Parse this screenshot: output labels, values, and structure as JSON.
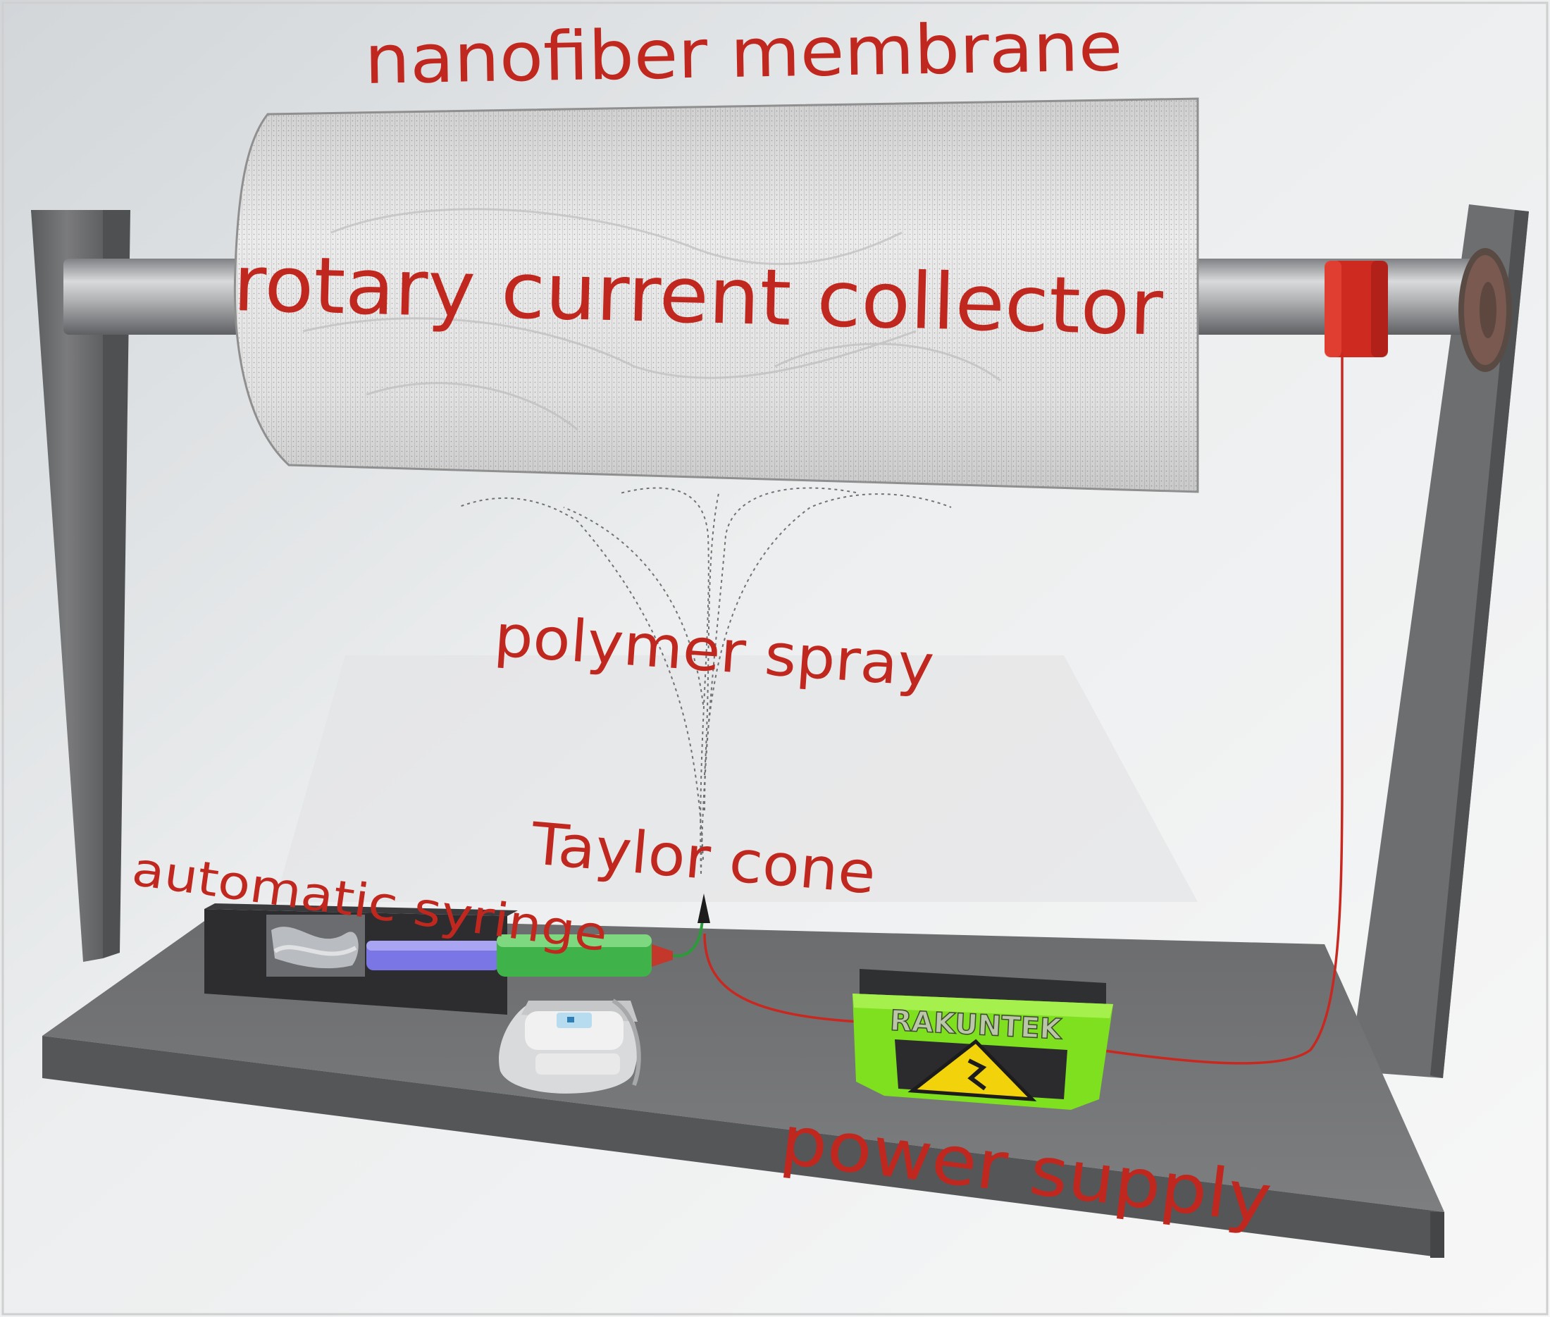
{
  "labels": {
    "nanofiber_membrane": "nanofiber membrane",
    "rotary_current_collector": "rotary current collector",
    "polymer_spray": "polymer spray",
    "taylor_cone": "Taylor cone",
    "automatic_syringe": "automatic syringe",
    "power_supply": "power supply"
  },
  "device_brand": "RAKUNTEK",
  "colors": {
    "label": "#c0281f",
    "frame": "#6f7072",
    "frame_dark": "#535456",
    "base_top": "#727375",
    "base_front": "#58595b",
    "shaft": "#a4a6a8",
    "membrane": "#e6e6e6",
    "collar": "#d6281f",
    "wire": "#c8281f",
    "power_box": "#7ee01f",
    "warning": "#f2d20a",
    "syringe_barrel": "#3fb34a",
    "syringe_plunger": "#7b76e6"
  }
}
